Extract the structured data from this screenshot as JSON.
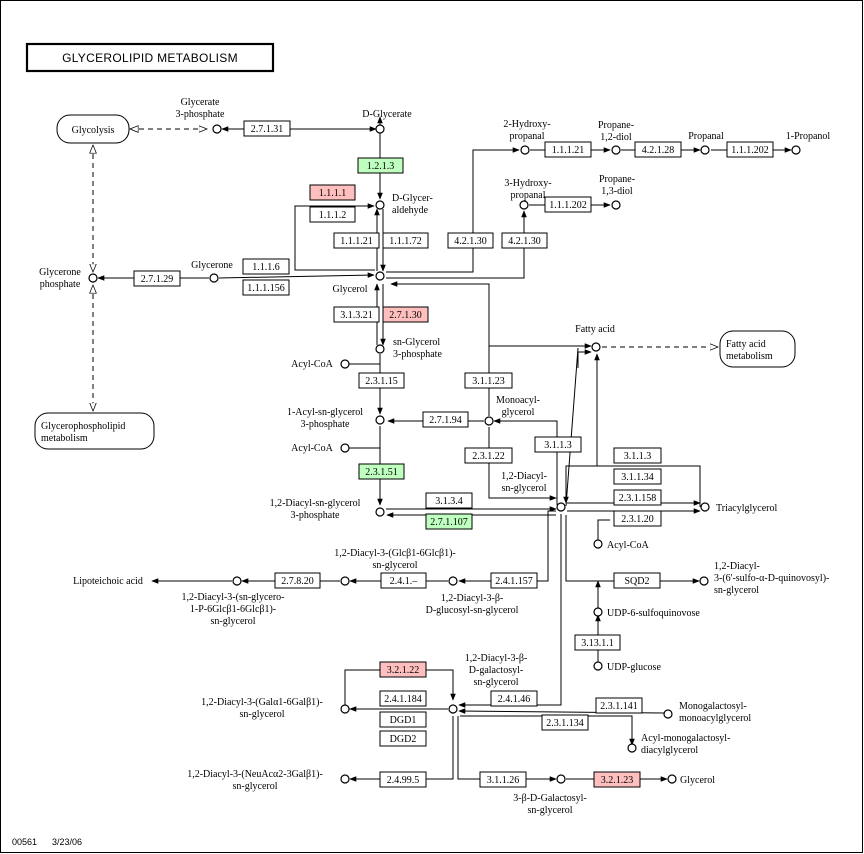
{
  "title": "GLYCEROLIPID METABOLISM",
  "footer": {
    "map_id": "00561",
    "date": "3/23/06"
  },
  "colors": {
    "background": "#ffffff",
    "line": "#000000",
    "enzyme_plain": "#ffffff",
    "enzyme_green": "#bfffbf",
    "enzyme_pink": "#ffbfbf"
  },
  "pathways": [
    {
      "name": "glycolysis",
      "label": "Glycolysis",
      "lines": [
        "Glycolysis"
      ]
    },
    {
      "name": "fatty-acid-metabolism",
      "label": "Fatty acid metabolism",
      "lines": [
        "Fatty acid",
        "metabolism"
      ]
    },
    {
      "name": "glycerophospholipid-metabolism",
      "label": "Glycerophospholipid metabolism",
      "lines": [
        "Glycerophospholipid",
        "metabolism"
      ]
    }
  ],
  "compounds": [
    {
      "name": "glycerate-3-phosphate",
      "lines": [
        "Glycerate",
        "3-phosphate"
      ]
    },
    {
      "name": "d-glycerate",
      "lines": [
        "D-Glycerate"
      ]
    },
    {
      "name": "d-glyceraldehyde",
      "lines": [
        "D-Glycer-",
        "aldehyde"
      ]
    },
    {
      "name": "glycerol",
      "lines": [
        "Glycerol"
      ]
    },
    {
      "name": "glycerone",
      "lines": [
        "Glycerone"
      ]
    },
    {
      "name": "glycerone-phosphate",
      "lines": [
        "Glycerone",
        "phosphate"
      ]
    },
    {
      "name": "2-hydroxypropanal",
      "lines": [
        "2-Hydroxy-",
        "propanal"
      ]
    },
    {
      "name": "propane-1-2-diol",
      "lines": [
        "Propane-",
        "1,2-diol"
      ]
    },
    {
      "name": "propanal",
      "lines": [
        "Propanal"
      ]
    },
    {
      "name": "1-propanol",
      "lines": [
        "1-Propanol"
      ]
    },
    {
      "name": "3-hydroxypropanal",
      "lines": [
        "3-Hydroxy-",
        "propanal"
      ]
    },
    {
      "name": "propane-1-3-diol",
      "lines": [
        "Propane-",
        "1,3-diol"
      ]
    },
    {
      "name": "sn-glycerol-3-phosphate",
      "lines": [
        "sn-Glycerol",
        "3-phosphate"
      ]
    },
    {
      "name": "acyl-coa-1",
      "lines": [
        "Acyl-CoA"
      ]
    },
    {
      "name": "acyl-sn-glycerol-3-phosphate",
      "lines": [
        "1-Acyl-sn-glycerol",
        "3-phosphate"
      ]
    },
    {
      "name": "acyl-coa-2",
      "lines": [
        "Acyl-CoA"
      ]
    },
    {
      "name": "diacyl-sn-glycerol-3-phosphate",
      "lines": [
        "1,2-Diacyl-sn-glycerol",
        "3-phosphate"
      ]
    },
    {
      "name": "fatty-acid",
      "lines": [
        "Fatty acid"
      ]
    },
    {
      "name": "monoacylglycerol",
      "lines": [
        "Monoacyl-",
        "glycerol"
      ]
    },
    {
      "name": "diacyl-sn-glycerol",
      "lines": [
        "1,2-Diacyl-",
        "sn-glycerol"
      ]
    },
    {
      "name": "triacylglycerol",
      "lines": [
        "Triacylglycerol"
      ]
    },
    {
      "name": "acyl-coa-3",
      "lines": [
        "Acyl-CoA"
      ]
    },
    {
      "name": "lipoteichoic-acid",
      "lines": [
        "Lipoteichoic acid"
      ]
    },
    {
      "name": "diacyl-glycerophospho-glucosyl",
      "lines": [
        "1,2-Diacyl-3-(sn-glycero-",
        "1-P-6Glcβ1-6Glcβ1)-",
        "sn-glycerol"
      ]
    },
    {
      "name": "diacyl-glc-glc",
      "lines": [
        "1,2-Diacyl-3-(Glcβ1-6Glcβ1)-",
        "sn-glycerol"
      ]
    },
    {
      "name": "diacyl-glucosyl",
      "lines": [
        "1,2-Diacyl-3-β-",
        "D-glucosyl-sn-glycerol"
      ]
    },
    {
      "name": "sulfoquinovosyl-diacylglycerol",
      "lines": [
        "1,2-Diacyl-",
        "3-(6'-sulfo-α-D-quinovosyl)-",
        "sn-glycerol"
      ]
    },
    {
      "name": "udp-6-sulfoquinovose",
      "lines": [
        "UDP-6-sulfoquinovose"
      ]
    },
    {
      "name": "udp-glucose",
      "lines": [
        "UDP-glucose"
      ]
    },
    {
      "name": "diacyl-galactosyl",
      "lines": [
        "1,2-Diacyl-3-β-",
        "D-galactosyl-",
        "sn-glycerol"
      ]
    },
    {
      "name": "diacyl-gal-gal",
      "lines": [
        "1,2-Diacyl-3-(Galα1-6Galβ1)-",
        "sn-glycerol"
      ]
    },
    {
      "name": "monogalactosyl-monoacylglycerol",
      "lines": [
        "Monogalactosyl-",
        "monoacylglycerol"
      ]
    },
    {
      "name": "acyl-monogalactosyl-diacylglycerol",
      "lines": [
        "Acyl-monogalactosyl-",
        "diacylglycerol"
      ]
    },
    {
      "name": "diacyl-neuac-gal",
      "lines": [
        "1,2-Diacyl-3-(NeuAcα2-3Galβ1)-",
        "sn-glycerol"
      ]
    },
    {
      "name": "galactosyl-sn-glycerol",
      "lines": [
        "3-β-D-Galactosyl-",
        "sn-glycerol"
      ]
    },
    {
      "name": "glycerol-2",
      "lines": [
        "Glycerol"
      ]
    }
  ],
  "enzymes": [
    {
      "name": "ec-2-7-1-31",
      "ec": "2.7.1.31",
      "color": "#ffffff"
    },
    {
      "name": "ec-1-2-1-3",
      "ec": "1.2.1.3",
      "color": "#bfffbf"
    },
    {
      "name": "ec-1-1-1-1",
      "ec": "1.1.1.1",
      "color": "#ffbfbf"
    },
    {
      "name": "ec-1-1-1-2",
      "ec": "1.1.1.2",
      "color": "#ffffff"
    },
    {
      "name": "ec-1-1-1-21-a",
      "ec": "1.1.1.21",
      "color": "#ffffff"
    },
    {
      "name": "ec-1-1-1-72",
      "ec": "1.1.1.72",
      "color": "#ffffff"
    },
    {
      "name": "ec-1-1-1-6",
      "ec": "1.1.1.6",
      "color": "#ffffff"
    },
    {
      "name": "ec-1-1-1-156",
      "ec": "1.1.1.156",
      "color": "#ffffff"
    },
    {
      "name": "ec-2-7-1-29",
      "ec": "2.7.1.29",
      "color": "#ffffff"
    },
    {
      "name": "ec-1-1-1-21-b",
      "ec": "1.1.1.21",
      "color": "#ffffff"
    },
    {
      "name": "ec-4-2-1-28",
      "ec": "4.2.1.28",
      "color": "#ffffff"
    },
    {
      "name": "ec-1-1-1-202-a",
      "ec": "1.1.1.202",
      "color": "#ffffff"
    },
    {
      "name": "ec-1-1-1-202-b",
      "ec": "1.1.1.202",
      "color": "#ffffff"
    },
    {
      "name": "ec-4-2-1-30-a",
      "ec": "4.2.1.30",
      "color": "#ffffff"
    },
    {
      "name": "ec-4-2-1-30-b",
      "ec": "4.2.1.30",
      "color": "#ffffff"
    },
    {
      "name": "ec-3-1-3-21",
      "ec": "3.1.3.21",
      "color": "#ffffff"
    },
    {
      "name": "ec-2-7-1-30",
      "ec": "2.7.1.30",
      "color": "#ffbfbf"
    },
    {
      "name": "ec-2-3-1-15",
      "ec": "2.3.1.15",
      "color": "#ffffff"
    },
    {
      "name": "ec-2-7-1-94",
      "ec": "2.7.1.94",
      "color": "#ffffff"
    },
    {
      "name": "ec-3-1-1-23",
      "ec": "3.1.1.23",
      "color": "#ffffff"
    },
    {
      "name": "ec-2-3-1-22",
      "ec": "2.3.1.22",
      "color": "#ffffff"
    },
    {
      "name": "ec-3-1-1-3-a",
      "ec": "3.1.1.3",
      "color": "#ffffff"
    },
    {
      "name": "ec-2-3-1-51",
      "ec": "2.3.1.51",
      "color": "#bfffbf"
    },
    {
      "name": "ec-3-1-3-4",
      "ec": "3.1.3.4",
      "color": "#ffffff"
    },
    {
      "name": "ec-2-7-1-107",
      "ec": "2.7.1.107",
      "color": "#bfffbf"
    },
    {
      "name": "ec-3-1-1-3-b",
      "ec": "3.1.1.3",
      "color": "#ffffff"
    },
    {
      "name": "ec-3-1-1-34",
      "ec": "3.1.1.34",
      "color": "#ffffff"
    },
    {
      "name": "ec-2-3-1-158",
      "ec": "2.3.1.158",
      "color": "#ffffff"
    },
    {
      "name": "ec-2-3-1-20",
      "ec": "2.3.1.20",
      "color": "#ffffff"
    },
    {
      "name": "ec-2-7-8-20",
      "ec": "2.7.8.20",
      "color": "#ffffff"
    },
    {
      "name": "ec-2-4-1-x",
      "ec": "2.4.1.–",
      "color": "#ffffff"
    },
    {
      "name": "ec-2-4-1-157",
      "ec": "2.4.1.157",
      "color": "#ffffff"
    },
    {
      "name": "sqd2",
      "ec": "SQD2",
      "color": "#ffffff"
    },
    {
      "name": "ec-3-13-1-1",
      "ec": "3.13.1.1",
      "color": "#ffffff"
    },
    {
      "name": "ec-3-2-1-22",
      "ec": "3.2.1.22",
      "color": "#ffbfbf"
    },
    {
      "name": "ec-2-4-1-184",
      "ec": "2.4.1.184",
      "color": "#ffffff"
    },
    {
      "name": "dgd1",
      "ec": "DGD1",
      "color": "#ffffff"
    },
    {
      "name": "dgd2",
      "ec": "DGD2",
      "color": "#ffffff"
    },
    {
      "name": "ec-2-4-1-46",
      "ec": "2.4.1.46",
      "color": "#ffffff"
    },
    {
      "name": "ec-2-3-1-141",
      "ec": "2.3.1.141",
      "color": "#ffffff"
    },
    {
      "name": "ec-2-3-1-134",
      "ec": "2.3.1.134",
      "color": "#ffffff"
    },
    {
      "name": "ec-2-4-99-5",
      "ec": "2.4.99.5",
      "color": "#ffffff"
    },
    {
      "name": "ec-3-1-1-26",
      "ec": "3.1.1.26",
      "color": "#ffffff"
    },
    {
      "name": "ec-3-2-1-23",
      "ec": "3.2.1.23",
      "color": "#ffbfbf"
    }
  ]
}
